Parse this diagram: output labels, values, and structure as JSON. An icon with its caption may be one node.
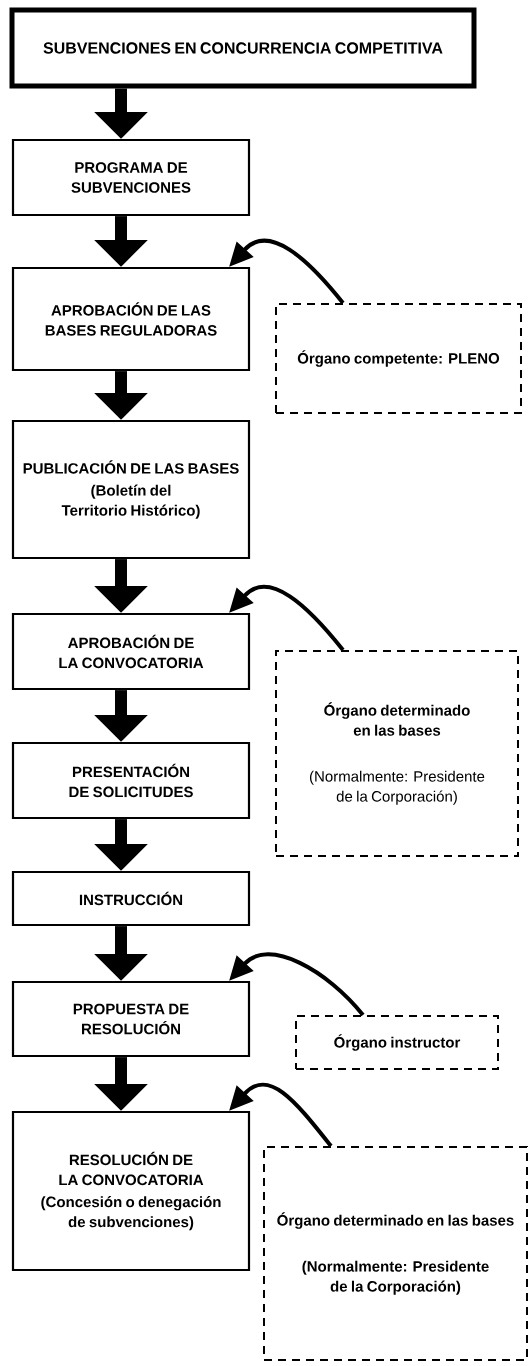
{
  "diagram": {
    "nodes": [
      {
        "text": [
          "SUBVENCIONES EN CONCURRENCIA COMPETITIVA"
        ]
      },
      {
        "text": [
          "PROGRAMA DE SUBVENCIONES"
        ]
      },
      {
        "text": [
          "APROBACIÓN DE LAS BASES REGULADORAS"
        ]
      },
      {
        "text": [
          "Órgano competente: PLENO"
        ]
      },
      {
        "text": [
          "PUBLICACIÓN DE LAS BASES",
          "(Boletín del Territorio Histórico)"
        ]
      },
      {
        "text": [
          "APROBACIÓN DE LA CONVOCATORIA"
        ]
      },
      {
        "text": [
          "Órgano determinado en las bases",
          "(Normalmente: Presidente de la Corporación)"
        ]
      },
      {
        "text": [
          "PRESENTACIÓN DE SOLICITUDES"
        ]
      },
      {
        "text": [
          "INSTRUCCIÓN"
        ]
      },
      {
        "text": [
          "PROPUESTA DE RESOLUCIÓN"
        ]
      },
      {
        "text": [
          "Órgano instructor"
        ]
      },
      {
        "text": [
          "RESOLUCIÓN DE LA CONVOCATORIA",
          "(Concesión o denegación de subvenciones)"
        ]
      },
      {
        "text": [
          "Órgano determinado en las bases",
          "(Normalmente: Presidente de la Corporación)"
        ]
      }
    ],
    "edges": [
      {
        "from": 0,
        "to": 1,
        "arrow": "to"
      },
      {
        "from": 1,
        "to": 2,
        "arrow": "to"
      },
      {
        "from": 3,
        "to": 2,
        "arrow": "to"
      },
      {
        "from": 2,
        "to": 4,
        "arrow": "to"
      },
      {
        "from": 4,
        "to": 5,
        "arrow": "to"
      },
      {
        "from": 6,
        "to": 5,
        "arrow": "to"
      },
      {
        "from": 5,
        "to": 7,
        "arrow": "to"
      },
      {
        "from": 7,
        "to": 8,
        "arrow": "to"
      },
      {
        "from": 8,
        "to": 9,
        "arrow": "to"
      },
      {
        "from": 10,
        "to": 9,
        "arrow": "to"
      },
      {
        "from": 9,
        "to": 11,
        "arrow": "to"
      },
      {
        "from": 12,
        "to": 11,
        "arrow": "to"
      }
    ]
  }
}
